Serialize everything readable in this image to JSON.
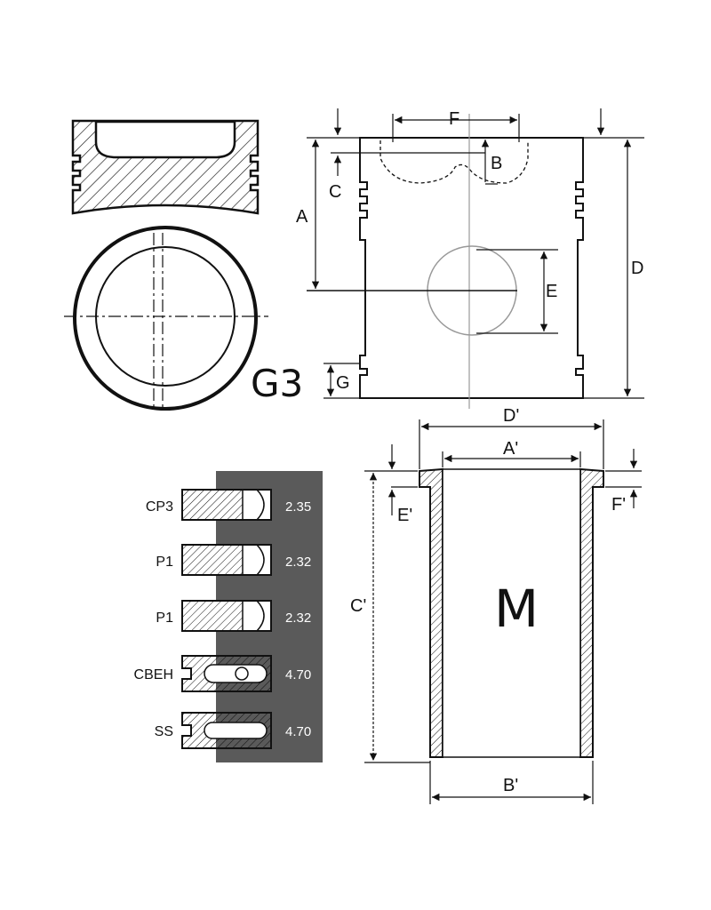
{
  "piston": {
    "variant": "G3",
    "dimensions": {
      "A": "A",
      "B": "B",
      "C": "C",
      "D": "D",
      "E": "E",
      "F": "F",
      "G": "G"
    }
  },
  "liner": {
    "type": "M",
    "dimensions": {
      "A_prime": "A'",
      "B_prime": "B'",
      "C_prime": "C'",
      "D_prime": "D'",
      "E_prime": "E'",
      "F_prime": "F'"
    }
  },
  "rings": [
    {
      "name": "CP3",
      "width": "2.35"
    },
    {
      "name": "P1",
      "width": "2.32"
    },
    {
      "name": "P1",
      "width": "2.32"
    },
    {
      "name": "CBEH",
      "width": "4.70"
    },
    {
      "name": "SS",
      "width": "4.70"
    }
  ],
  "colors": {
    "ring_panel": "#5a5a5a",
    "line": "#111111",
    "centerline": "#999999"
  }
}
